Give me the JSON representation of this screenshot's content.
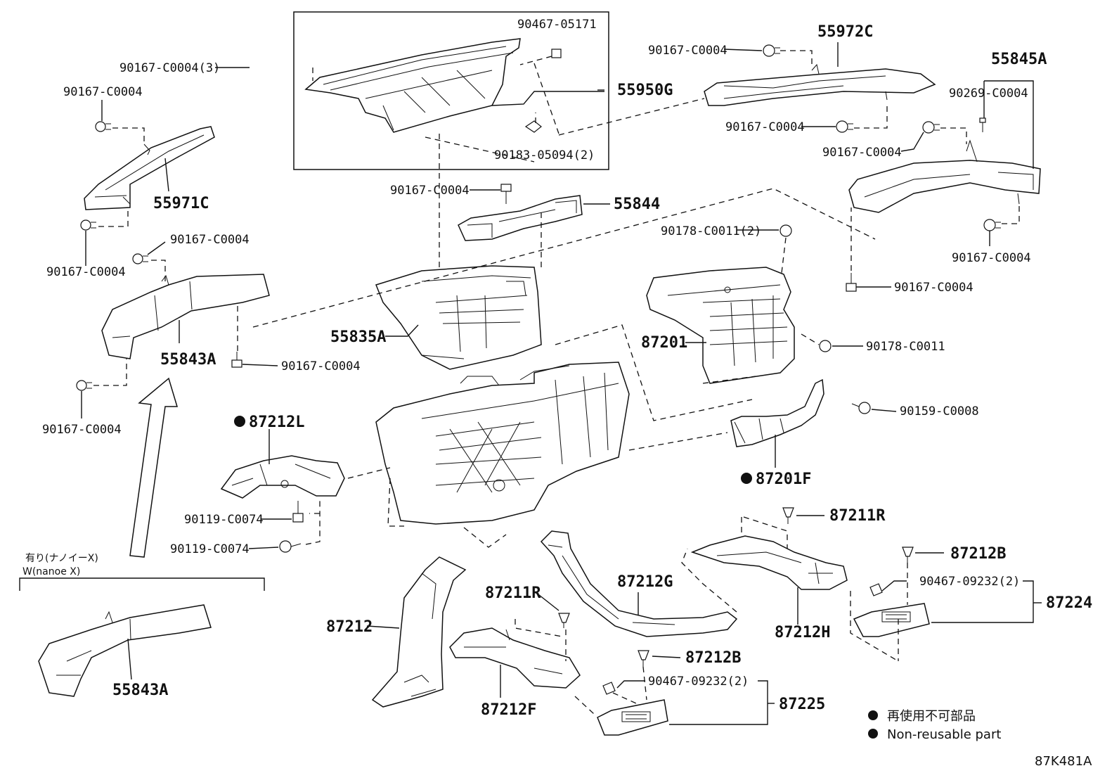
{
  "diagram_id": "87K481A",
  "labels": {
    "l90467_05171": "90467-05171",
    "l90167_c0004_3": "90167-C0004(3)",
    "l55950g": "55950G",
    "l90183_05094_2": "90183-05094(2)",
    "l90167_c0004_a": "90167-C0004",
    "l55971c": "55971C",
    "l90167_c0004_b": "90167-C0004",
    "l90167_c0004_c": "90167-C0004",
    "l55843a_top": "55843A",
    "l90167_c0004_d": "90167-C0004",
    "l90167_c0004_e": "90167-C0004",
    "l55972c": "55972C",
    "l90167_c0004_f": "90167-C0004",
    "l90167_c0004_g": "90167-C0004",
    "l55845a": "55845A",
    "l90269_c0004": "90269-C0004",
    "l90167_c0004_h": "90167-C0004",
    "l90167_c0004_i": "90167-C0004",
    "l90167_c0004_j": "90167-C0004",
    "l90167_c0004_k": "90167-C0004",
    "l55844": "55844",
    "l90178_c0011_2": "90178-C0011(2)",
    "l55835a": "55835A",
    "l87201": "87201",
    "l90178_c0011": "90178-C0011",
    "l90159_c0008": "90159-C0008",
    "l87212l": "87212L",
    "l87201f": "87201F",
    "l90119_c0074_a": "90119-C0074",
    "l90119_c0074_b": "90119-C0074",
    "l87211r_a": "87211R",
    "l87212b_a": "87212B",
    "l90467_09232_2_a": "90467-09232(2)",
    "l87224": "87224",
    "l87212g": "87212G",
    "l87212h": "87212H",
    "l87212": "87212",
    "l87211r_b": "87211R",
    "l87212b_b": "87212B",
    "l90467_09232_2_b": "90467-09232(2)",
    "l87225": "87225",
    "l87212f": "87212F",
    "l55843a_bottom": "55843A"
  },
  "nanoe_box": {
    "line1": "有り(ナノイーX)",
    "line2": "W(nanoe X)"
  },
  "legend": {
    "jp": "再使用不可部品",
    "en": "Non-reusable part"
  }
}
